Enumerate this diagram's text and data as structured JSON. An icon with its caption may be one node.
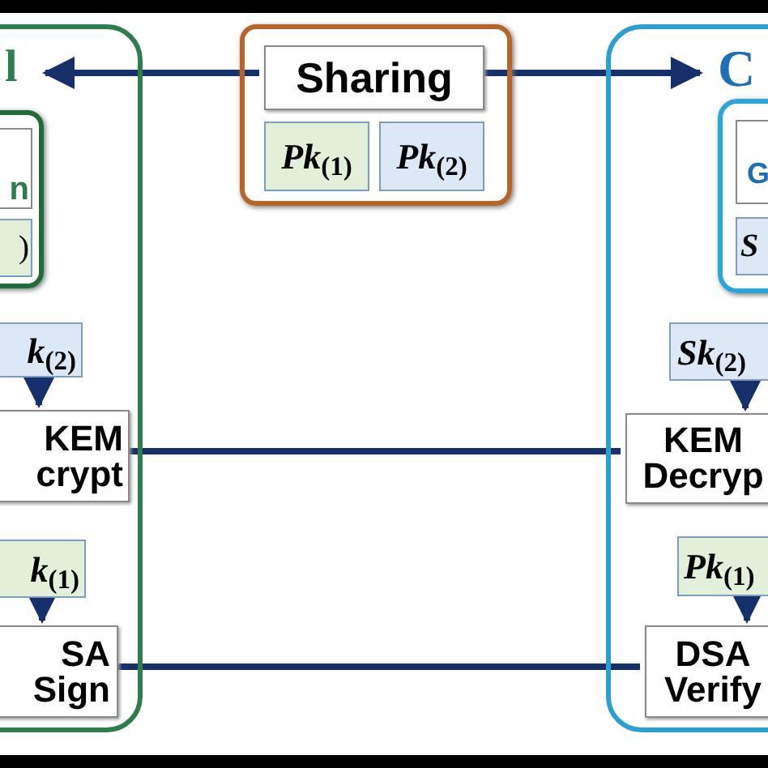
{
  "diagram": {
    "nodes": [
      {
        "text": [
          "l"
        ]
      },
      {
        "text": [],
        "shape": "box",
        "in": 0
      },
      {
        "text": [
          "n"
        ],
        "in": 1
      },
      {
        "text": [
          ")"
        ],
        "in": 1
      },
      {
        "text": [
          "*k*$_{(2)}$"
        ],
        "in": 0
      },
      {
        "text": [
          "KEM crypt"
        ],
        "in": 0
      },
      {
        "text": [
          "*k*$_{(1)}$"
        ],
        "in": 0
      },
      {
        "text": [
          "SA Sign"
        ],
        "in": 0
      },
      {
        "text": [],
        "shape": "box"
      },
      {
        "text": [
          "Sharing"
        ],
        "in": 8
      },
      {
        "text": [
          "*Pk*$_{(1)}$"
        ],
        "in": 8
      },
      {
        "text": [
          "*Pk*$_{(2)}$"
        ],
        "in": 8
      },
      {
        "text": [
          "C"
        ]
      },
      {
        "text": [],
        "shape": "box",
        "in": 12
      },
      {
        "text": [
          "G"
        ],
        "in": 13
      },
      {
        "text": [
          "*S*"
        ],
        "in": 13
      },
      {
        "text": [
          "*Sk*$_{(2)}$"
        ],
        "in": 12
      },
      {
        "text": [
          "KEM Decryp"
        ],
        "in": 12
      },
      {
        "text": [
          "*Pk*$_{(1)}$"
        ],
        "in": 12
      },
      {
        "text": [
          "DSA Verify"
        ],
        "in": 12
      }
    ],
    "edges": [
      {
        "from": 9,
        "to": 0,
        "arrow": "to"
      },
      {
        "from": 9,
        "to": 12,
        "arrow": "to"
      },
      {
        "from": 4,
        "to": 5,
        "arrow": "to"
      },
      {
        "from": 6,
        "to": 7,
        "arrow": "to"
      },
      {
        "from": 16,
        "to": 17,
        "arrow": "to"
      },
      {
        "from": 18,
        "to": 19,
        "arrow": "to"
      },
      {
        "from": 5,
        "to": 17,
        "arrow": "none"
      },
      {
        "from": 7,
        "to": 19,
        "arrow": "none"
      }
    ]
  }
}
